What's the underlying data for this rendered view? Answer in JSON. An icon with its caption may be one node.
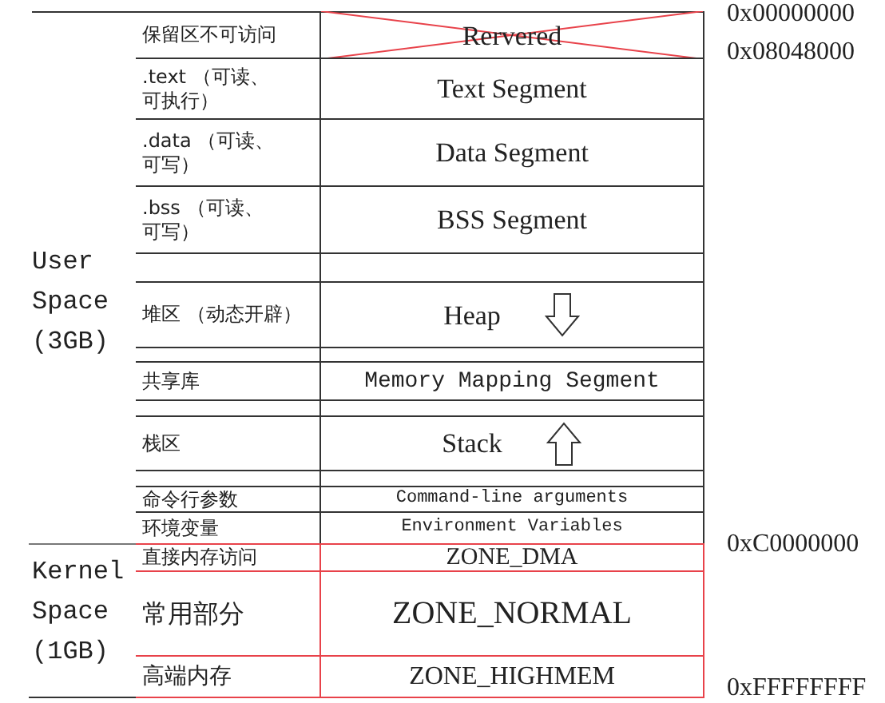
{
  "diagram": {
    "nodes": [
      {
        "text": [
          "保留区不可访问",
          "Rervered"
        ]
      },
      {
        "text": [
          ".text （可读、可执行）",
          "Text Segment"
        ]
      },
      {
        "text": [
          ".data （可读、可写）",
          "Data Segment"
        ]
      },
      {
        "text": [
          ".bss （可读、可写）",
          "BSS Segment"
        ]
      },
      {
        "text": [],
        "shape": "box"
      },
      {
        "text": [
          "堆区 （动态开辟）",
          "Heap"
        ]
      },
      {
        "text": [],
        "shape": "box"
      },
      {
        "text": [
          "共享库",
          "Memory Mapping Segment"
        ]
      },
      {
        "text": [],
        "shape": "box"
      },
      {
        "text": [
          "栈区",
          "Stack"
        ]
      },
      {
        "text": [],
        "shape": "box"
      },
      {
        "text": [
          "命令行参数",
          "Command-line arguments"
        ]
      },
      {
        "text": [
          "环境变量",
          "Environment Variables"
        ]
      },
      {
        "text": [
          "直接内存访问",
          "ZONE_DMA"
        ]
      },
      {
        "text": [
          "常用部分",
          "ZONE_NORMAL"
        ]
      },
      {
        "text": [
          "高端内存",
          "ZONE_HIGHMEM"
        ]
      }
    ],
    "labels": [
      "0x00000000",
      "0x08048000",
      "User Space (3GB)",
      "0xC0000000",
      "Kernel Space (1GB)",
      "0xFFFFFFFF"
    ]
  }
}
